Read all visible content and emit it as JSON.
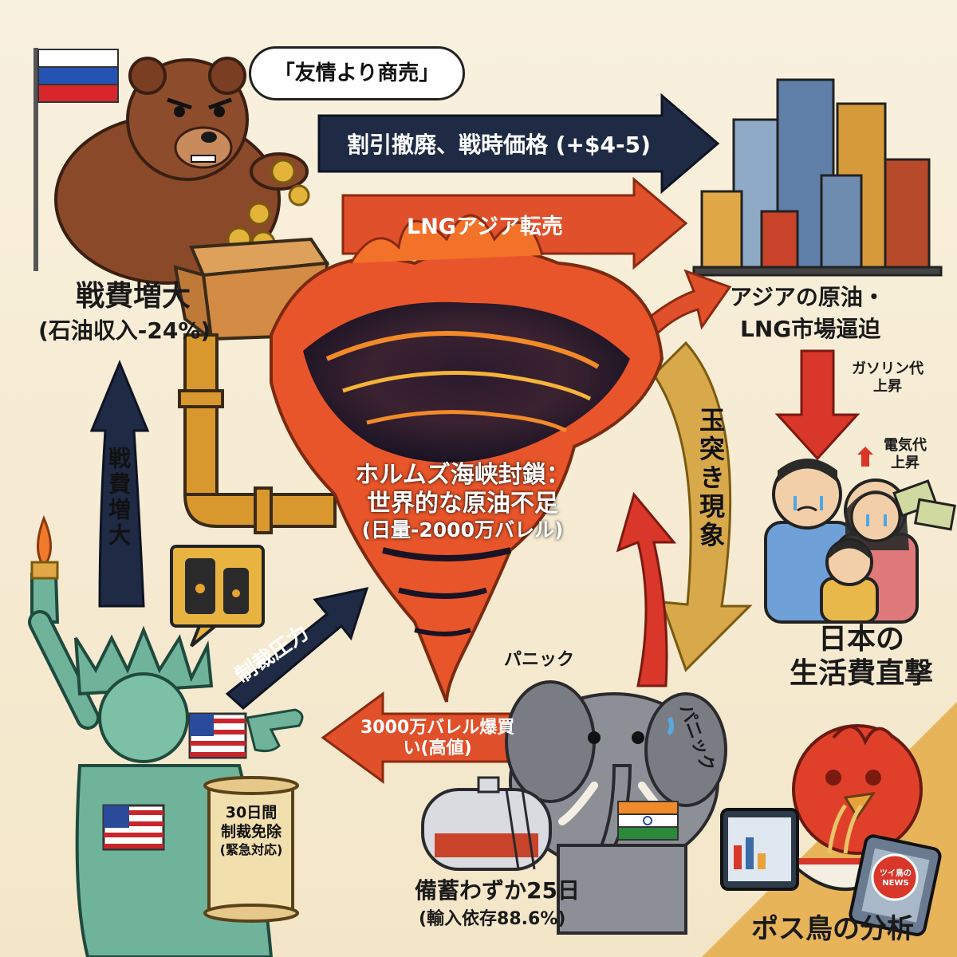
{
  "labels": {
    "speech": "「友情より商売」",
    "arrow_discount": "割引撤廃、戦時価格 (+$4-5)",
    "arrow_lng": "LNGアジア転売",
    "russia_title": "戦費増大",
    "russia_sub": "(石油収入-24%)",
    "asia_title_1": "アジアの原油・",
    "asia_title_2": "LNG市場逼迫",
    "gasoline_1": "ガソリン代",
    "gasoline_2": "上昇",
    "electricity_1": "電気代",
    "electricity_2": "上昇",
    "center_1": "ホルムズ海峡封鎖：",
    "center_2": "世界的な原油不足",
    "center_3": "(日量-2000万バレル)",
    "vertical_left": "戦費増大",
    "vertical_right": "玉突き現象",
    "sanction": "制裁圧力",
    "panic_1": "パニック",
    "panic_2": "パニック",
    "buy_1": "3000万バレル爆買",
    "buy_2": "い(高値)",
    "japan_1": "日本の",
    "japan_2": "生活費直撃",
    "reserve_1": "備蓄わずか25日",
    "reserve_2": "(輸入依存88.6%)",
    "scroll_1": "30日間",
    "scroll_2": "制裁免除",
    "scroll_3": "(緊急対応)",
    "tablet": "ツイ鳥の NEWS",
    "analysis": "ポス鳥の分析"
  },
  "colors": {
    "navy": "#1f2a44",
    "orange": "#e0502a",
    "gold": "#d8a94a",
    "background": "#f7eedb"
  }
}
